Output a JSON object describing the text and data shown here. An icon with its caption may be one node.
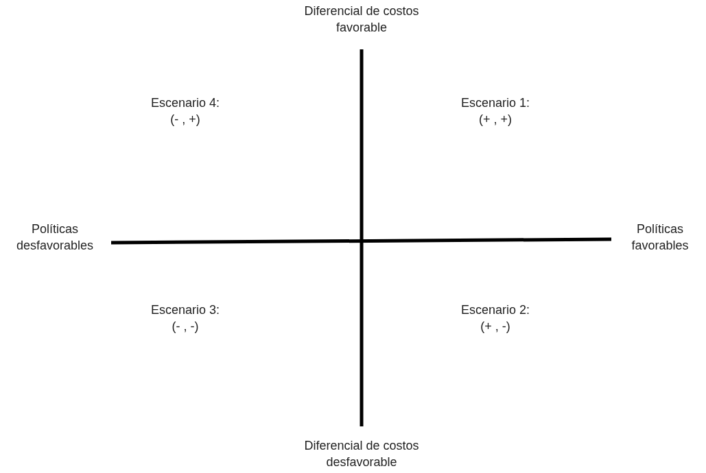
{
  "diagram": {
    "labels": [
      "Diferencial de costos favorable",
      "Escenario 4:",
      "(- , +)",
      "Escenario 1:",
      "(+ , +)",
      "Políticas desfavorables",
      "Políticas favorables",
      "Escenario 3:",
      "(- , -)",
      "Escenario 2:",
      "(+ , -)",
      "Diferencial de costos desfavorable"
    ]
  }
}
